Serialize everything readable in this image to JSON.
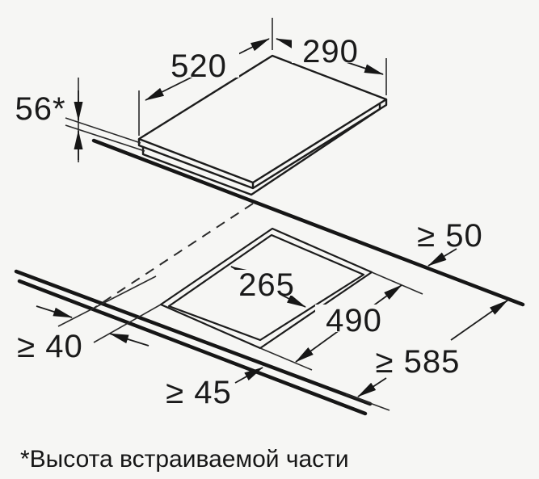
{
  "diagram": {
    "title": "cooktop-installation-dimensions",
    "labels": {
      "top_depth": "520",
      "top_width": "290",
      "built_in_height": "56*",
      "cutout_width": "265",
      "cutout_depth": "490",
      "rear_clearance": "≥ 50",
      "side_clearance": "≥ 40",
      "front_clearance": "≥ 45",
      "worktop_depth": "≥ 585"
    },
    "footnote": "*Высота встраиваемой части",
    "colors": {
      "line": "#1c1c1c",
      "background": "#f6f6f4"
    }
  }
}
